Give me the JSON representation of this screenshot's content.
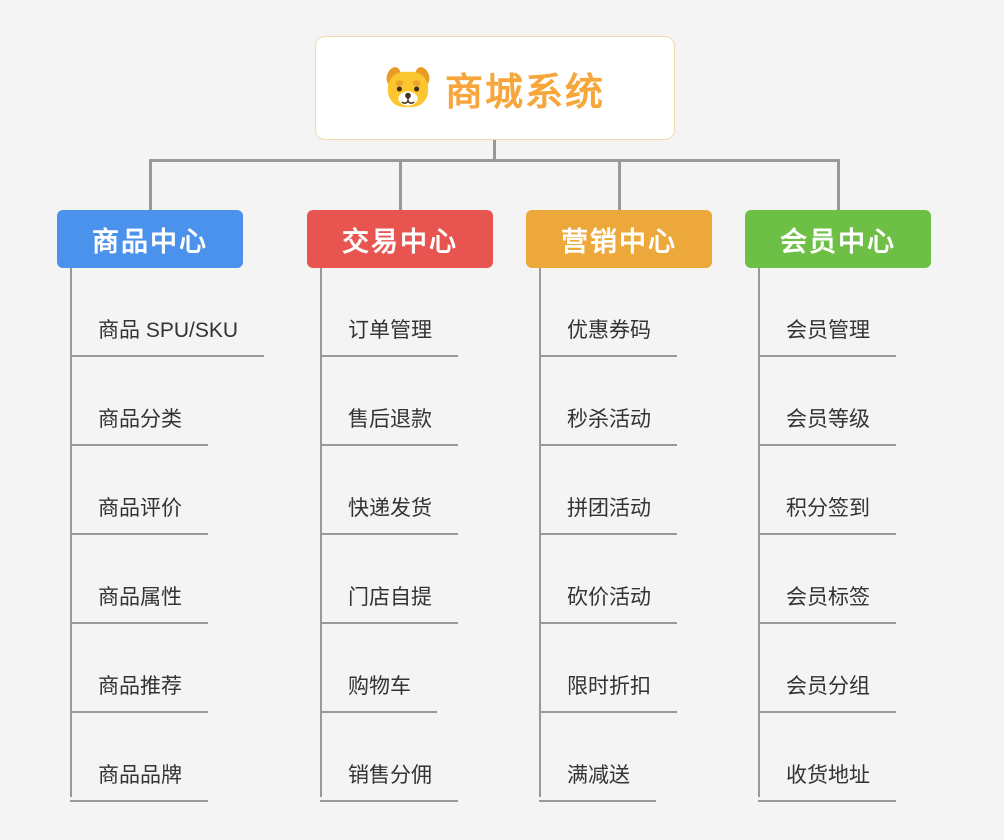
{
  "root": {
    "title": "商城系统",
    "icon": "dog-face-icon"
  },
  "branches": [
    {
      "label": "商品中心",
      "color": "#4b92ec",
      "children": [
        "商品 SPU/SKU",
        "商品分类",
        "商品评价",
        "商品属性",
        "商品推荐",
        "商品品牌"
      ]
    },
    {
      "label": "交易中心",
      "color": "#e8544f",
      "children": [
        "订单管理",
        "售后退款",
        "快递发货",
        "门店自提",
        "购物车",
        "销售分佣"
      ]
    },
    {
      "label": "营销中心",
      "color": "#eda83b",
      "children": [
        "优惠券码",
        "秒杀活动",
        "拼团活动",
        "砍价活动",
        "限时折扣",
        "满减送"
      ]
    },
    {
      "label": "会员中心",
      "color": "#6dc045",
      "children": [
        "会员管理",
        "会员等级",
        "积分签到",
        "会员标签",
        "会员分组",
        "收货地址"
      ]
    }
  ],
  "connector_color": "#999999"
}
